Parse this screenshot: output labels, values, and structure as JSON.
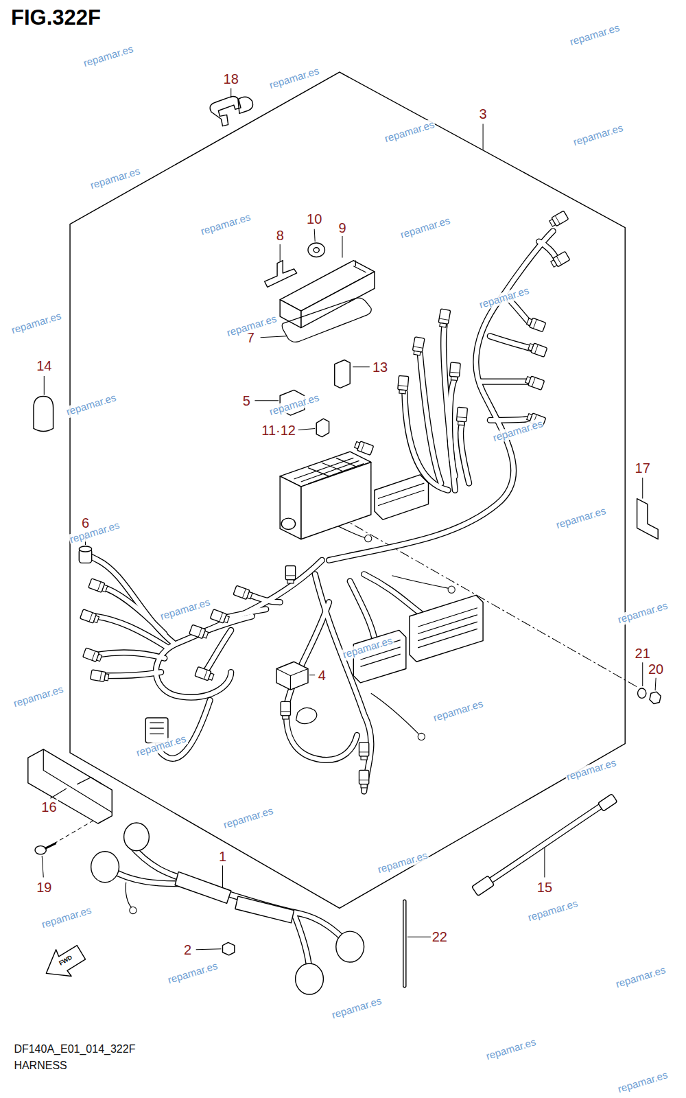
{
  "diagram": {
    "title": "FIG.322F",
    "labels": [
      "18",
      "3",
      "10",
      "9",
      "8",
      "7",
      "13",
      "14",
      "5",
      "11·12",
      "17",
      "6",
      "21",
      "20",
      "4",
      "16",
      "19",
      "1",
      "15",
      "22",
      "2",
      "FWD",
      "DF140A_E01_014_322F",
      "HARNESS",
      "repamar.es",
      "repamar.es",
      "repamar.es",
      "repamar.es",
      "repamar.es",
      "repamar.es",
      "repamar.es",
      "repamar.es",
      "repamar.es",
      "repamar.es",
      "repamar.es",
      "repamar.es",
      "repamar.es",
      "repamar.es",
      "repamar.es",
      "repamar.es",
      "repamar.es",
      "repamar.es",
      "repamar.es",
      "repamar.es",
      "repamar.es",
      "repamar.es",
      "repamar.es",
      "repamar.es",
      "repamar.es",
      "repamar.es",
      "repamar.es",
      "repamar.es",
      "repamar.es",
      "repamar.es",
      "repamar.es",
      "repamar.es"
    ]
  }
}
